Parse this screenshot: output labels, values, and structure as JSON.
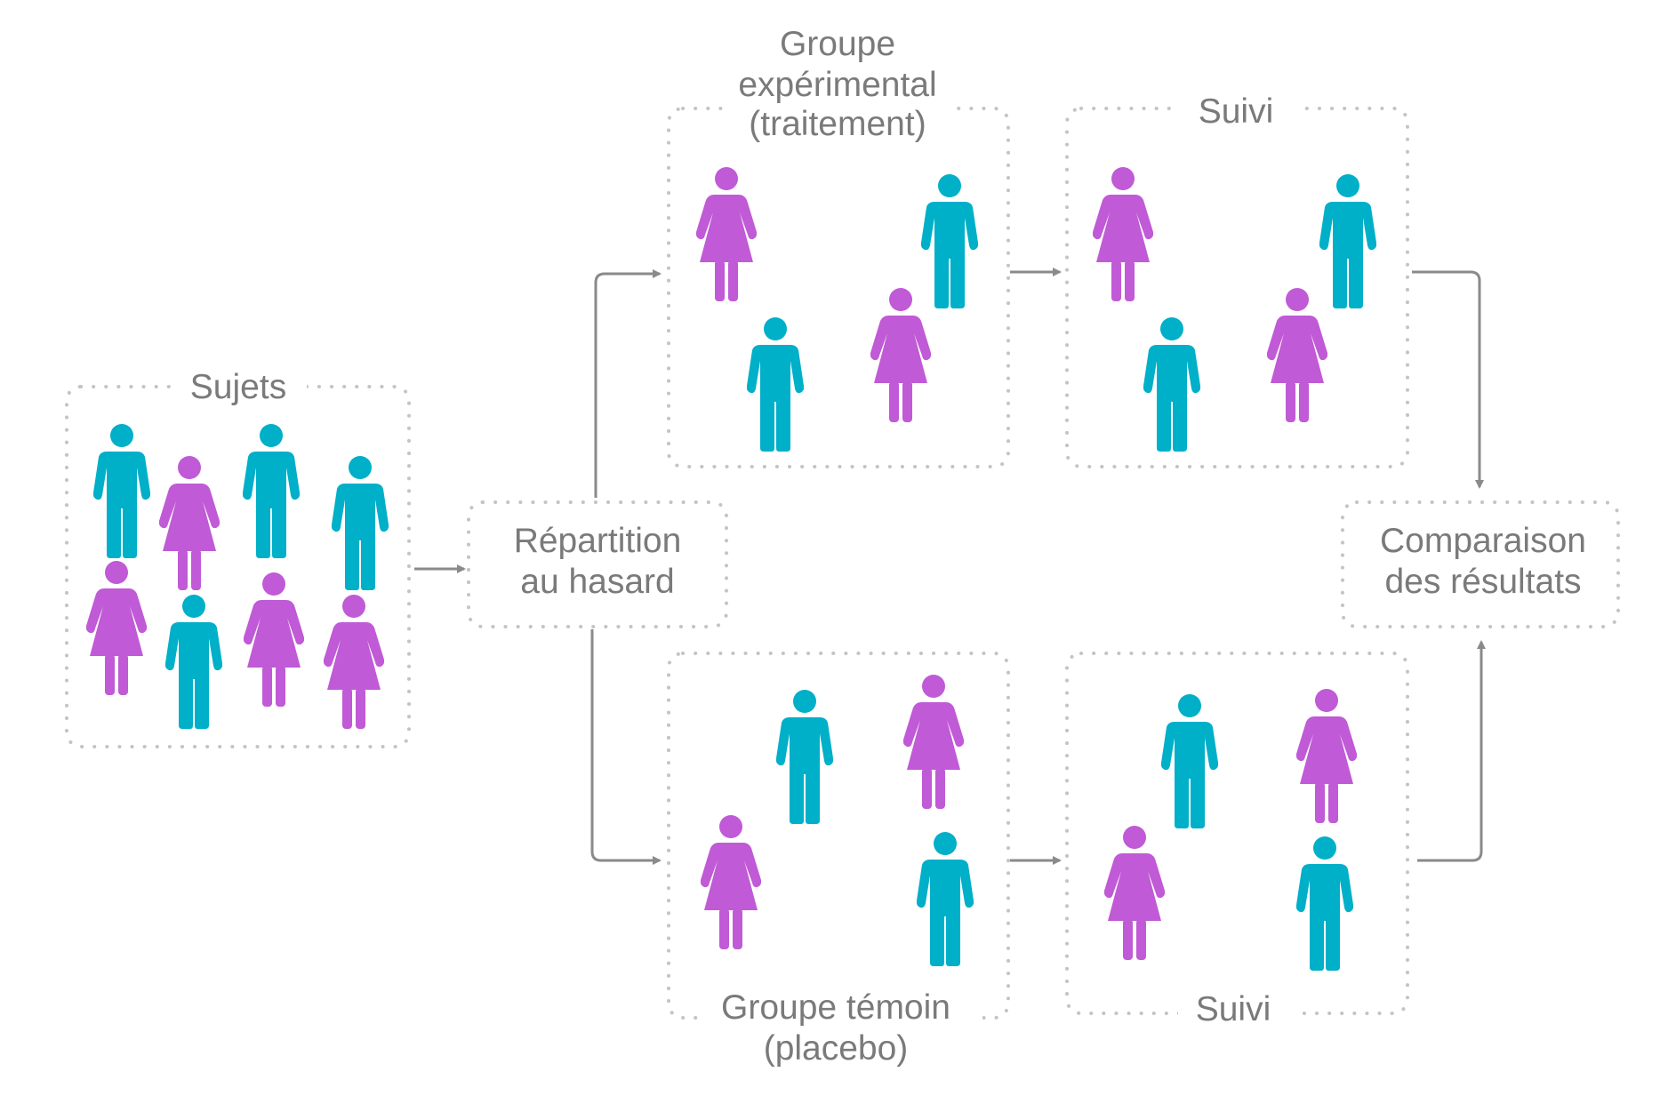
{
  "labels": {
    "subjects": "Sujets",
    "randomization_line1": "Répartition",
    "randomization_line2": "au hasard",
    "experimental_line1": "Groupe",
    "experimental_line2": "expérimental",
    "experimental_line3": "(traitement)",
    "followup_top": "Suivi",
    "control_line1": "Groupe témoin",
    "control_line2": "(placebo)",
    "followup_bottom": "Suivi",
    "comparison_line1": "Comparaison",
    "comparison_line2": "des résultats"
  },
  "colors": {
    "male": "#00afc8",
    "female": "#c05ad6",
    "border": "#c4c4c4",
    "arrow": "#8a8a8a",
    "text": "#7a7a7a"
  },
  "icons": {
    "male": "male-person-icon",
    "female": "female-person-icon"
  }
}
